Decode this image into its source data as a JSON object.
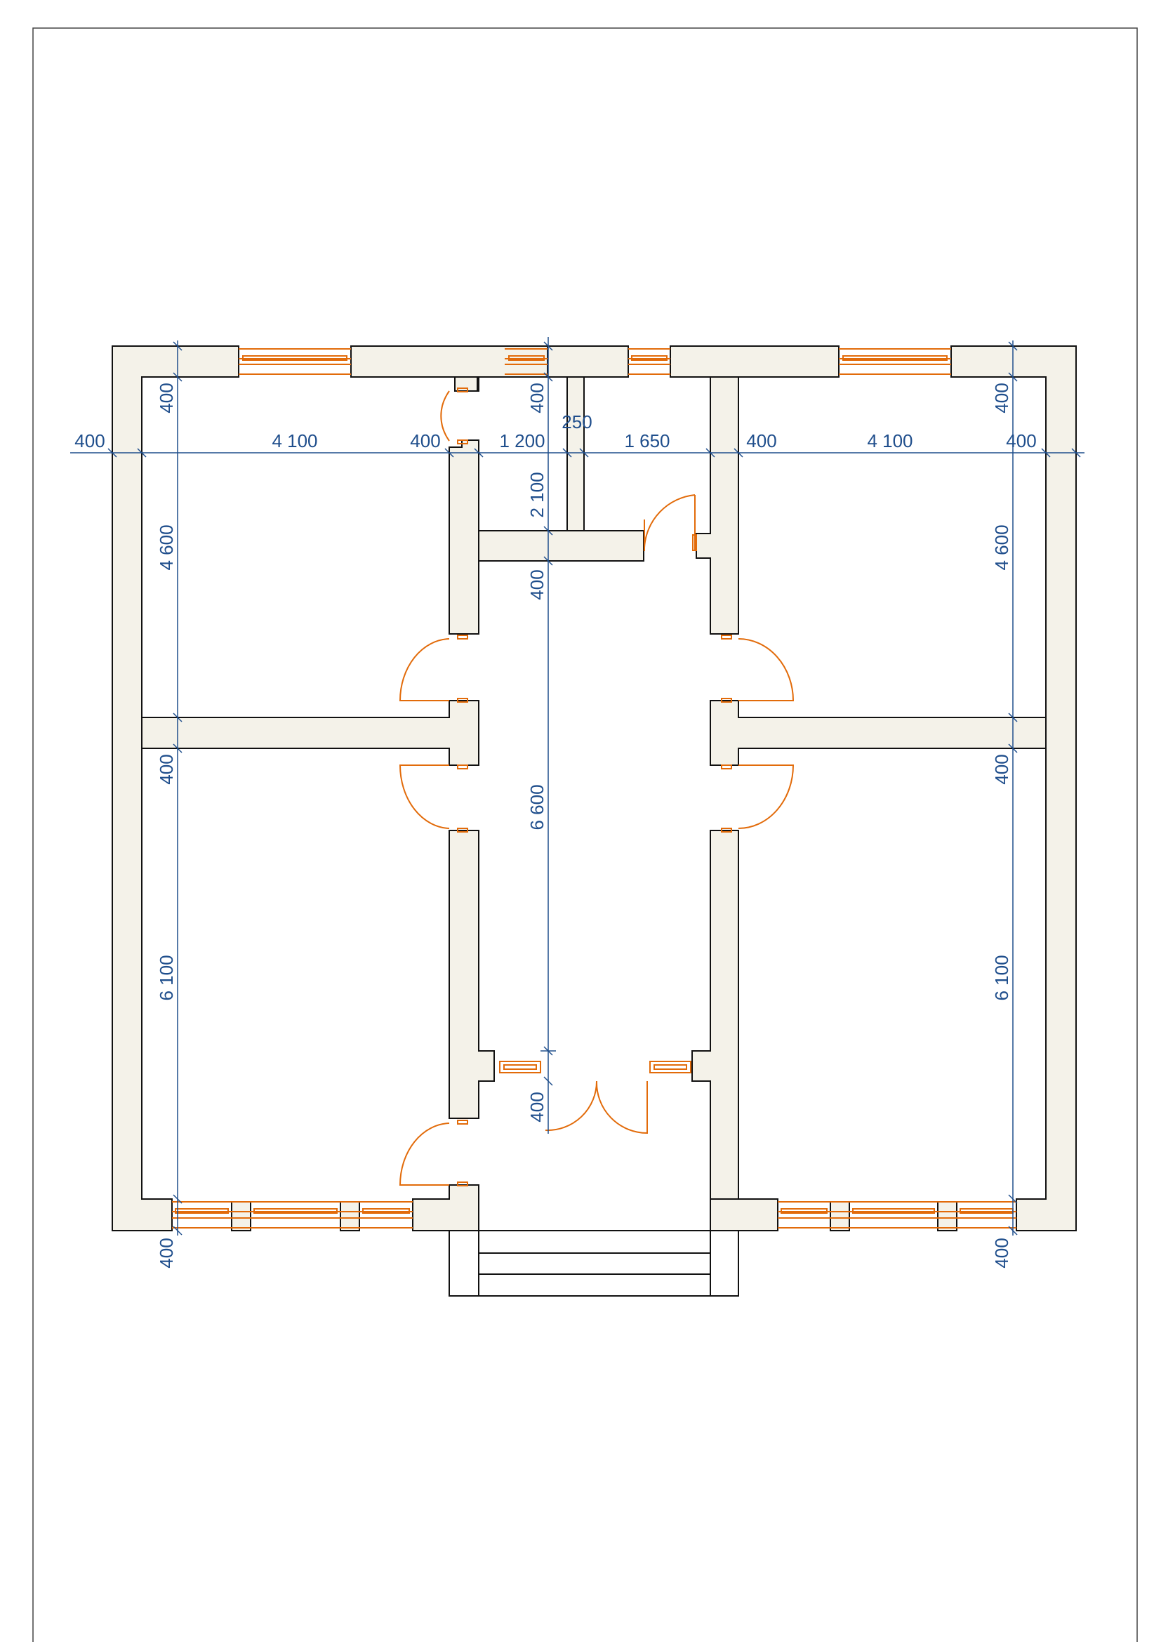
{
  "colors": {
    "wall_fill": "#f4f2e9",
    "wall_stroke": "#111111",
    "opening": "#e26b0a",
    "dimension": "#1f4e8c",
    "frame": "#444444"
  },
  "dimensions": {
    "top_row": [
      "400",
      "4 100",
      "400",
      "1 200",
      "1 650",
      "400",
      "4 100",
      "400"
    ],
    "top_250": "250",
    "left_column": [
      "400",
      "4 600",
      "400",
      "6 100",
      "400"
    ],
    "right_column": [
      "400",
      "4 600",
      "400",
      "6 100",
      "400"
    ],
    "center_column": [
      "400",
      "2 100",
      "400",
      "6 600",
      "400"
    ]
  }
}
